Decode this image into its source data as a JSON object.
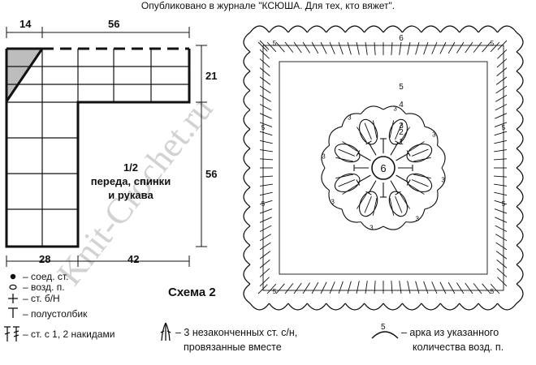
{
  "header": "Опубликовано в журнале \"КСЮША. Для тех, кто вяжет\".",
  "watermark": "Knit-Crochet.ru",
  "pattern": {
    "dims": {
      "top_left": "14",
      "top_right": "56",
      "right_upper": "21",
      "right_lower": "56",
      "bottom_left": "28",
      "bottom_right": "42"
    },
    "caption_lines": [
      "1/2",
      "переда, спинки",
      "и рукава"
    ]
  },
  "scheme": {
    "title": "Схема 2",
    "center_label": "6",
    "row_numbers": [
      "1",
      "2",
      "3",
      "4",
      "5",
      "6"
    ],
    "arch_label_5": "5",
    "arch_label_3": "3"
  },
  "legend": {
    "slip_stitch": "– соед. ст.",
    "chain": "– возд. п.",
    "sc": "– ст. б/Н",
    "hdc": "– полустолбик",
    "dc": "– ст. с 1, 2 накидами",
    "cluster_line1": "– 3 незаконченных ст. с/н,",
    "cluster_line2": "провязанные вместе",
    "arch_line1": "– арка из указанного",
    "arch_line2": "количества возд. п.",
    "arch_num": "5"
  },
  "colors": {
    "line": "#111111",
    "shade": "#bdbdbd",
    "watermark": "#d2d2d2"
  }
}
